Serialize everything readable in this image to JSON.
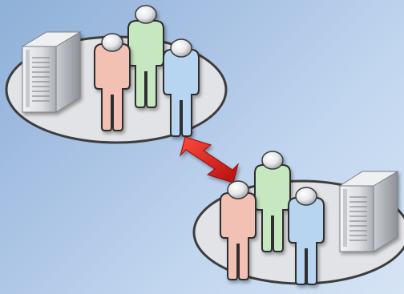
{
  "background": {
    "gradient_start": "#8fb0d8",
    "gradient_end": "#d6e4f5"
  },
  "groups": [
    {
      "id": "group-a",
      "platform_fill": "#e2e3e6",
      "platform_stroke": "#3d3d3d",
      "server": {
        "icon": "server-tower-icon",
        "color": "#d7d9dc"
      },
      "people": [
        {
          "icon": "person-icon",
          "color": "#f2c1b4"
        },
        {
          "icon": "person-icon",
          "color": "#c6e8c1"
        },
        {
          "icon": "person-icon",
          "color": "#b7d5f0"
        }
      ]
    },
    {
      "id": "group-b",
      "platform_fill": "#e2e3e6",
      "platform_stroke": "#3d3d3d",
      "server": {
        "icon": "server-tower-icon",
        "color": "#d7d9dc"
      },
      "people": [
        {
          "icon": "person-icon",
          "color": "#f2c1b4"
        },
        {
          "icon": "person-icon",
          "color": "#c6e8c1"
        },
        {
          "icon": "person-icon",
          "color": "#b7d5f0"
        }
      ]
    }
  ],
  "connector": {
    "icon": "double-arrow-icon",
    "color": "#d81e1e",
    "direction": "bidirectional"
  }
}
